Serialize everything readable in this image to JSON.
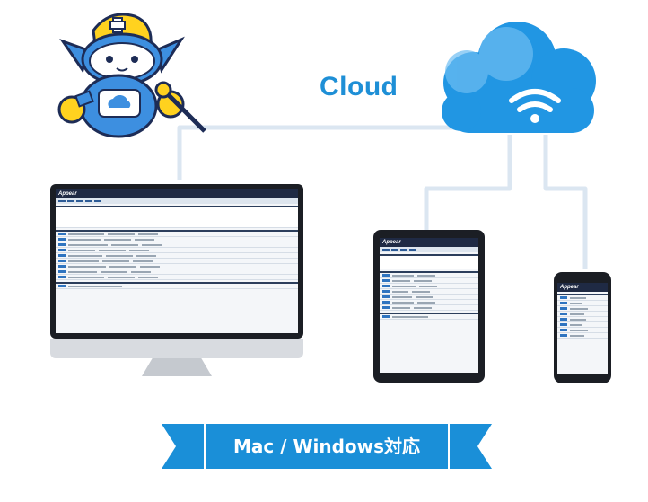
{
  "cloud": {
    "label": "Cloud",
    "icon": "wifi-icon"
  },
  "banner": {
    "text": "Mac / Windows対応",
    "color": "#1a8fd8"
  },
  "mascot": {
    "icon": "robot-mascot-icon"
  },
  "devices": {
    "desktop": {
      "logo": "Appear"
    },
    "tablet": {
      "logo": "Appear"
    },
    "phone": {
      "logo": "Appear"
    }
  },
  "colors": {
    "brand": "#1e8fd6",
    "cloud": "#2196e3",
    "line": "#dbe6f1",
    "navbar": "#1f2a44"
  }
}
